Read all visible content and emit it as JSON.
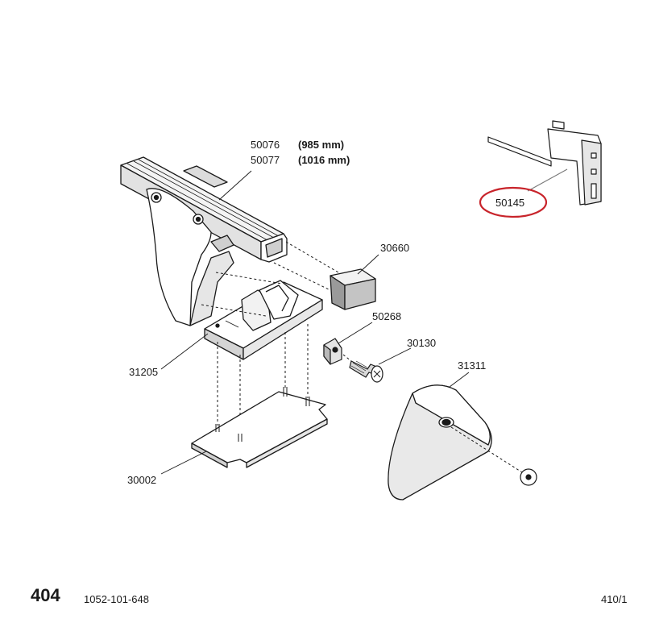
{
  "callouts": {
    "bar_short_part": "50076",
    "bar_short_length": "(985 mm)",
    "bar_long_part": "50077",
    "bar_long_length": "(1016 mm)",
    "end_cap": "30660",
    "nut": "50268",
    "screw": "30130",
    "foot_cover": "31311",
    "foot": "31205",
    "pad": "30002",
    "highlighted_part": "50145"
  },
  "colors": {
    "line": "#1a1a1a",
    "highlight_ring": "#c8242b",
    "part_fill": "#ffffff",
    "shade": "#cfcfcf",
    "leader_gray": "#777777"
  },
  "footer": {
    "page_number": "404",
    "doc_number": "1052-101-648",
    "sheet": "410/1"
  }
}
